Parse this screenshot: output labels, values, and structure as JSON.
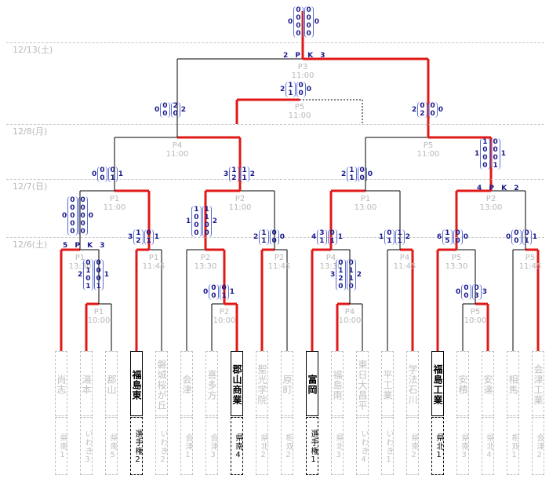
{
  "dates": [
    "12/13(土)",
    "12/8(月)",
    "12/7(日)",
    "12/6(土)"
  ],
  "matches": [
    {
      "id": "final",
      "venue": "P3",
      "time": "11:00"
    },
    {
      "id": "third",
      "venue": "P5",
      "time": "11:00"
    },
    {
      "id": "sf_left",
      "venue": "P4",
      "time": "11:00"
    },
    {
      "id": "sf_right",
      "venue": "P5",
      "time": "11:00"
    },
    {
      "id": "qf1",
      "venue": "P1",
      "time": "11:00"
    },
    {
      "id": "qf2",
      "venue": "P2",
      "time": "11:00"
    },
    {
      "id": "qf3",
      "venue": "P1",
      "time": "13:00"
    },
    {
      "id": "qf4",
      "venue": "P2",
      "time": "13:00"
    },
    {
      "id": "r1_1",
      "venue": "P1",
      "time": "13:30"
    },
    {
      "id": "r1_2",
      "venue": "P1",
      "time": "11:45"
    },
    {
      "id": "r1_3",
      "venue": "P2",
      "time": "13:30"
    },
    {
      "id": "r1_4",
      "venue": "P2",
      "time": "11:45"
    },
    {
      "id": "r1_5",
      "venue": "P4",
      "time": "13:30"
    },
    {
      "id": "r1_6",
      "venue": "P4",
      "time": "11:45"
    },
    {
      "id": "r1_7",
      "venue": "P5",
      "time": "13:30"
    },
    {
      "id": "r1_8",
      "venue": "P5",
      "time": "11:45"
    },
    {
      "id": "r0_1",
      "venue": "P1",
      "time": "10:00"
    },
    {
      "id": "r0_2",
      "venue": "P2",
      "time": "10:00"
    },
    {
      "id": "r0_3",
      "venue": "P4",
      "time": "10:00"
    },
    {
      "id": "r0_4",
      "venue": "P5",
      "time": "10:00"
    }
  ],
  "teams": [
    {
      "name": "尚志",
      "region": "県南1",
      "winner": false
    },
    {
      "name": "湯本",
      "region": "いわき3",
      "winner": false
    },
    {
      "name": "郡山",
      "region": "県南5",
      "winner": false
    },
    {
      "name": "福島東",
      "region": "選手権2",
      "winner": true
    },
    {
      "name": "磐城桜が丘",
      "region": "いわき2",
      "winner": false
    },
    {
      "name": "会津",
      "region": "会津1",
      "winner": false
    },
    {
      "name": "喜多方",
      "region": "会津3",
      "winner": false
    },
    {
      "name": "郡山商業",
      "region": "県南4",
      "winner": true
    },
    {
      "name": "聖光学院",
      "region": "県北2",
      "winner": false
    },
    {
      "name": "原町",
      "region": "相双2",
      "winner": false
    },
    {
      "name": "富岡",
      "region": "選手権1",
      "winner": true
    },
    {
      "name": "福島南",
      "region": "県北3",
      "winner": false
    },
    {
      "name": "東日大昌平",
      "region": "いわき4",
      "winner": false
    },
    {
      "name": "平工業",
      "region": "いわき1",
      "winner": false
    },
    {
      "name": "学法石川",
      "region": "県南2",
      "winner": false
    },
    {
      "name": "福島工業",
      "region": "県北1",
      "winner": true
    },
    {
      "name": "安積",
      "region": "県南3",
      "winner": false
    },
    {
      "name": "安達",
      "region": "県北4",
      "winner": false
    },
    {
      "name": "相馬",
      "region": "相双1",
      "winner": false
    },
    {
      "name": "会津工業",
      "region": "会津2",
      "winner": false
    }
  ],
  "scores": [
    {
      "id": "final",
      "lt": "0",
      "lh": [
        "0",
        "0",
        "0",
        "0"
      ],
      "rh": [
        "0",
        "0",
        "0",
        "0"
      ],
      "rt": "0"
    },
    {
      "id": "third",
      "lt": "2",
      "lh": [
        "1",
        "1"
      ],
      "rh": [
        "0",
        "0"
      ],
      "rt": "0"
    },
    {
      "id": "sf_left",
      "lt": "0",
      "lh": [
        "0",
        "0"
      ],
      "rh": [
        "2",
        "0"
      ],
      "rt": "2"
    },
    {
      "id": "sf_right",
      "lt": "2",
      "lh": [
        "0",
        "2"
      ],
      "rh": [
        "0",
        "0"
      ],
      "rt": "0"
    },
    {
      "id": "qf1",
      "lt": "0",
      "lh": [
        "0",
        "0"
      ],
      "rh": [
        "0",
        "1"
      ],
      "rt": "1"
    },
    {
      "id": "qf2",
      "lt": "3",
      "lh": [
        "1",
        "2"
      ],
      "rh": [
        "1",
        "1"
      ],
      "rt": "2"
    },
    {
      "id": "qf3",
      "lt": "2",
      "lh": [
        "1",
        "1"
      ],
      "rh": [
        "0",
        "0"
      ],
      "rt": "0"
    },
    {
      "id": "qf4",
      "lt": "1",
      "lh": [
        "1",
        "0",
        "0",
        "0"
      ],
      "rh": [
        "0",
        "0",
        "0",
        "1"
      ],
      "rt": "1"
    },
    {
      "id": "r1_1",
      "lt": "0",
      "lh": [
        "0",
        "0",
        "0",
        "0",
        "0"
      ],
      "rh": [
        "0",
        "0",
        "0",
        "0",
        "0"
      ],
      "rt": "0"
    },
    {
      "id": "r1_2",
      "lt": "3",
      "lh": [
        "1",
        "2"
      ],
      "rh": [
        "0",
        "1"
      ],
      "rt": "1"
    },
    {
      "id": "r1_3",
      "lt": "1",
      "lh": [
        "1",
        "0",
        "0",
        "0"
      ],
      "rh": [
        "1",
        "1",
        "0",
        "0"
      ],
      "rt": "2"
    },
    {
      "id": "r1_4",
      "lt": "2",
      "lh": [
        "1",
        "1"
      ],
      "rh": [
        "0",
        "0"
      ],
      "rt": "0"
    },
    {
      "id": "r1_5",
      "lt": "4",
      "lh": [
        "3",
        "1"
      ],
      "rh": [
        "0",
        "1"
      ],
      "rt": "1"
    },
    {
      "id": "r1_6",
      "lt": "1",
      "lh": [
        "0",
        "1"
      ],
      "rh": [
        "1",
        "1"
      ],
      "rt": "2"
    },
    {
      "id": "r1_7",
      "lt": "6",
      "lh": [
        "1",
        "5"
      ],
      "rh": [
        "0",
        "0"
      ],
      "rt": "0"
    },
    {
      "id": "r1_8",
      "lt": "0",
      "lh": [
        "0",
        "0"
      ],
      "rh": [
        "0",
        "1"
      ],
      "rt": "1"
    },
    {
      "id": "r0_1",
      "lt": "2",
      "lh": [
        "0",
        "1",
        "0",
        "1"
      ],
      "rh": [
        "0",
        "0",
        "0",
        "1"
      ],
      "rt": "1"
    },
    {
      "id": "r0_2",
      "lt": "0",
      "lh": [
        "0",
        "0"
      ],
      "rh": [
        "0",
        "1"
      ],
      "rt": "1"
    },
    {
      "id": "r0_3",
      "lt": "3",
      "lh": [
        "0",
        "1",
        "2",
        "0"
      ],
      "rh": [
        "0",
        "1",
        "1",
        "0"
      ],
      "rt": "2"
    },
    {
      "id": "r0_4",
      "lt": "0",
      "lh": [
        "0",
        "0"
      ],
      "rh": [
        "0",
        "3"
      ],
      "rt": "3"
    }
  ],
  "pk": [
    {
      "id": "final",
      "text": "2 P K 3"
    },
    {
      "id": "r1_1",
      "text": "5 P K 3"
    },
    {
      "id": "qf4",
      "text": "4 P K 2"
    }
  ]
}
